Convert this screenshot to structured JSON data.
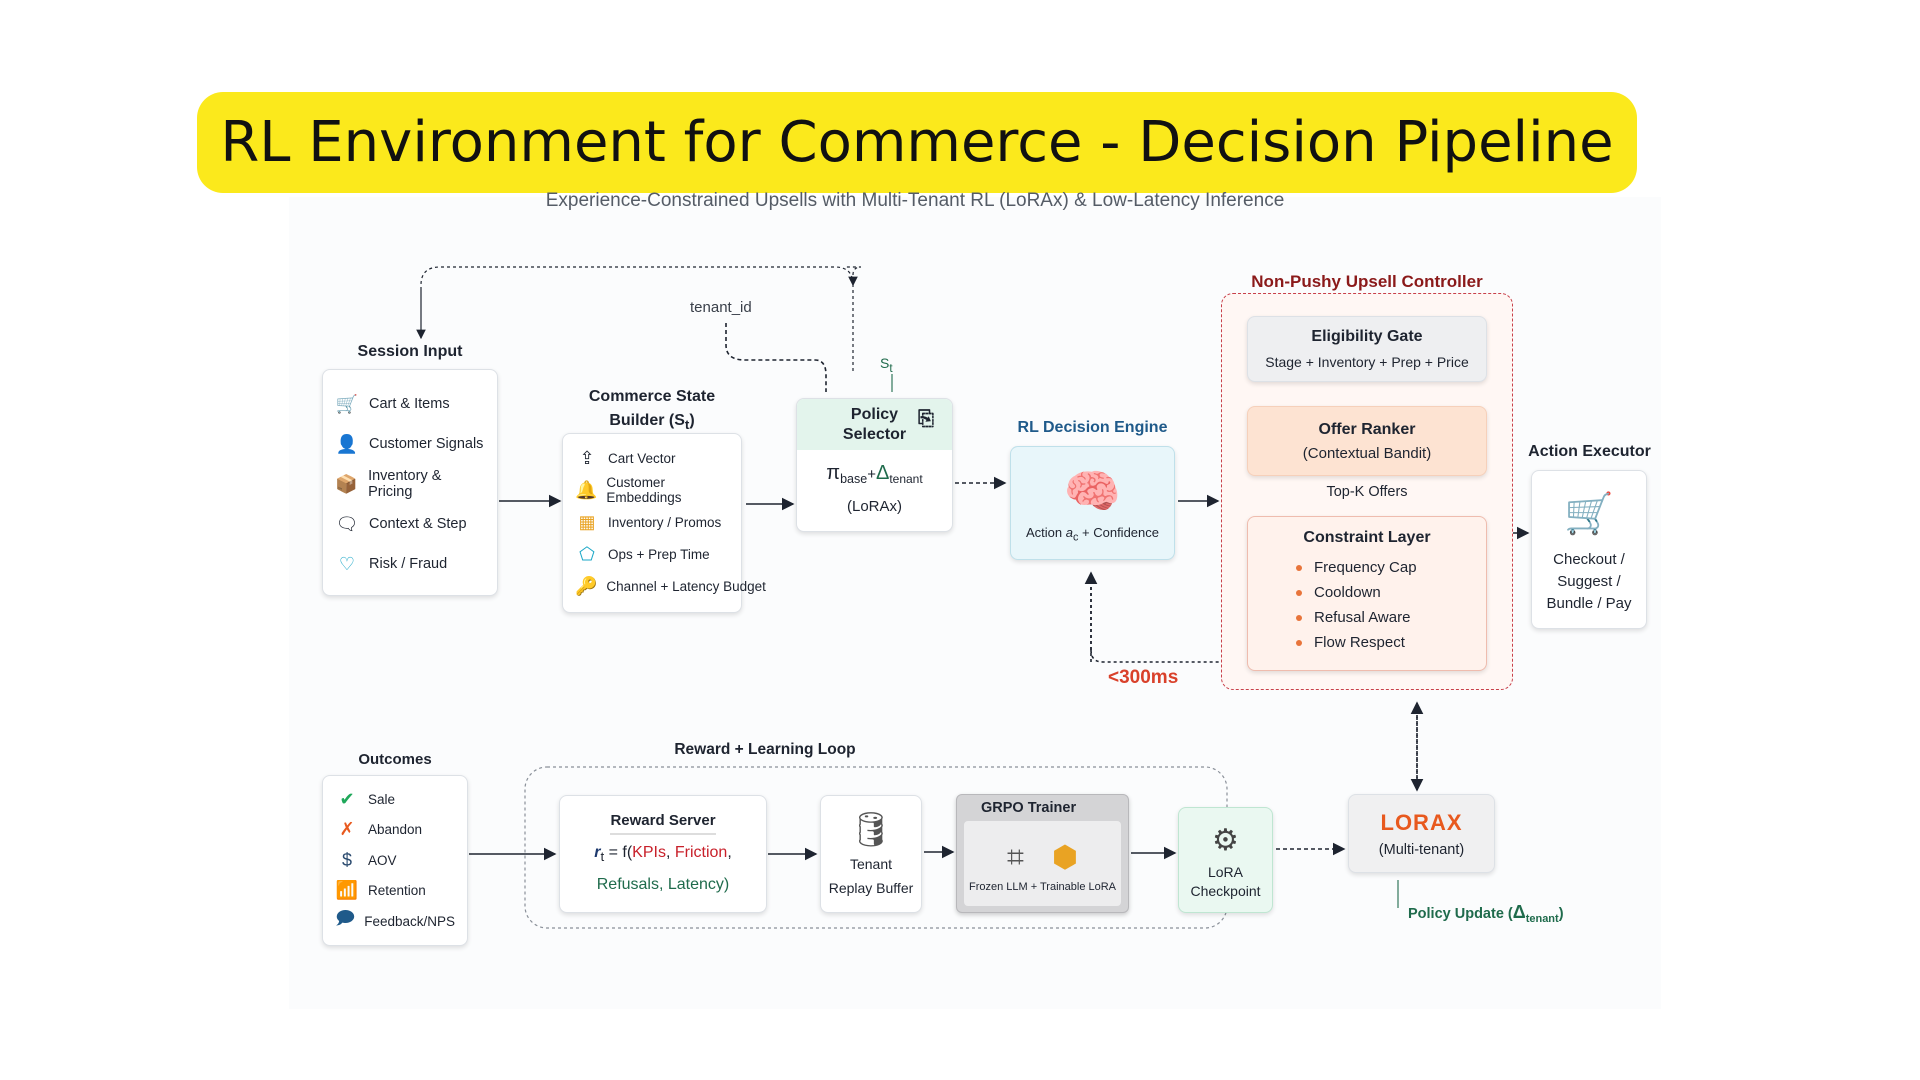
{
  "title": "RL Environment for Commerce - Decision Pipeline",
  "subtitle": "Experience-Constrained Upsells with Multi-Tenant RL (LoRAx) & Low-Latency Inference",
  "session_input": {
    "label": "Session Input",
    "items": [
      {
        "icon": "cart-icon",
        "label": "Cart & Items"
      },
      {
        "icon": "user-icon",
        "label": "Customer Signals"
      },
      {
        "icon": "box-icon",
        "label": "Inventory & Pricing"
      },
      {
        "icon": "context-icon",
        "label": "Context & Step"
      },
      {
        "icon": "shield-heart-icon",
        "label": "Risk / Fraud"
      }
    ]
  },
  "state_builder": {
    "label_line1": "Commerce State",
    "label_line2": "Builder (S",
    "label_sub": "t",
    "label_end": ")",
    "items": [
      {
        "icon": "upload-icon",
        "label": "Cart Vector"
      },
      {
        "icon": "bell-icon",
        "label": "Customer Embeddings"
      },
      {
        "icon": "grid-icon",
        "label": "Inventory / Promos"
      },
      {
        "icon": "gem-icon",
        "label": "Ops + Prep Time"
      },
      {
        "icon": "key-icon",
        "label": "Channel + Latency Budget"
      }
    ]
  },
  "tenant_id": "tenant_id",
  "st_label": "S",
  "st_sub": "t",
  "policy_selector": {
    "title_line1": "Policy",
    "title_line2": "Selector",
    "formula_pi": "π",
    "formula_base": "base",
    "formula_plus": "+",
    "formula_delta": "Δ",
    "formula_tenant": "tenant",
    "formula_line2": "(LoRAx)"
  },
  "rl_engine": {
    "label": "RL Decision Engine",
    "text_pre": "Action ",
    "text_a": "a",
    "text_sub": "c",
    "text_post": " + Confidence"
  },
  "controller": {
    "label": "Non-Pushy Upsell Controller",
    "eligibility": {
      "title": "Eligibility Gate",
      "desc": "Stage + Inventory + Prep + Price"
    },
    "ranker": {
      "title": "Offer Ranker",
      "desc": "(Contextual Bandit)"
    },
    "topk": "Top-K Offers",
    "constraint": {
      "title": "Constraint Layer",
      "items": [
        "Frequency Cap",
        "Cooldown",
        "Refusal Aware",
        "Flow Respect"
      ]
    }
  },
  "latency": "<300ms",
  "action_executor": {
    "label": "Action Executor",
    "line1": "Checkout /",
    "line2": "Suggest /",
    "line3": "Bundle / Pay"
  },
  "outcomes": {
    "label": "Outcomes",
    "items": [
      {
        "icon": "check-icon",
        "label": "Sale"
      },
      {
        "icon": "abandon-icon",
        "label": "Abandon"
      },
      {
        "icon": "dollar-icon",
        "label": "AOV"
      },
      {
        "icon": "chart-icon",
        "label": "Retention"
      },
      {
        "icon": "feedback-icon",
        "label": "Feedback/NPS"
      }
    ]
  },
  "loop": {
    "label": "Reward + Learning Loop"
  },
  "reward_server": {
    "title": "Reward Server",
    "r": "r",
    "r_sub": "t",
    "eq": " = f(",
    "kpi": "KPIs",
    "comma1": ", ",
    "friction": "Friction",
    "comma2": ",",
    "line2": "Refusals, Latency)"
  },
  "replay": {
    "line1": "Tenant",
    "line2": "Replay Buffer"
  },
  "grpo": {
    "title": "GRPO Trainer",
    "caption": "Frozen LLM + Trainable LoRA"
  },
  "checkpoint": {
    "line1": "LoRA",
    "line2": "Checkpoint"
  },
  "lorax": {
    "title": "LORAX",
    "sub": "(Multi-tenant)"
  },
  "policy_update": {
    "text": "Policy Update (",
    "delta": "Δ",
    "sub": "tenant",
    "end": ")"
  },
  "colors": {
    "banner": "#fbe91c",
    "controller_red": "#8b1a1a",
    "latency_red": "#d9412b",
    "lorax_orange": "#e8591e",
    "green_text": "#1f6b4c",
    "blue_text": "#1f5a8a"
  }
}
